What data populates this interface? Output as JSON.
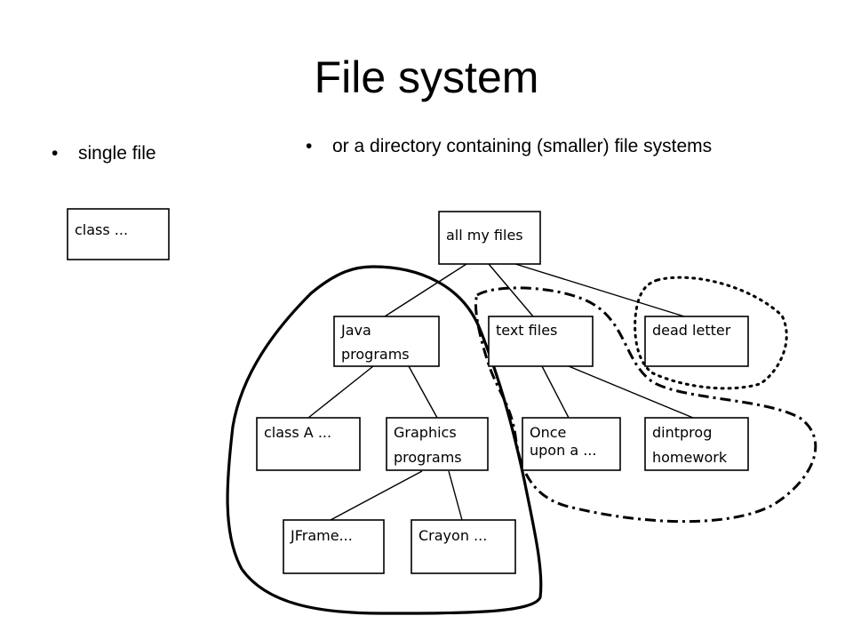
{
  "slide": {
    "title": "File system",
    "bullets": [
      {
        "symbol": "•",
        "text": "single file"
      },
      {
        "symbol": "•",
        "text": "or a directory containing (smaller) file systems"
      }
    ]
  },
  "single_file_box": {
    "line1": "class ..."
  },
  "tree": {
    "root": {
      "line1": "all my files"
    },
    "java": {
      "line1": "Java",
      "line2": "programs"
    },
    "text_files": {
      "line1": "text files"
    },
    "dead_letter": {
      "line1": "dead letter"
    },
    "class_a": {
      "line1": "class A ..."
    },
    "graphics": {
      "line1": "Graphics",
      "line2": "programs"
    },
    "once": {
      "line1": "Once",
      "line2": "upon a ..."
    },
    "dintprog": {
      "line1": "dintprog",
      "line2": "homework"
    },
    "jframe": {
      "line1": "JFrame..."
    },
    "crayon": {
      "line1": "Crayon ..."
    }
  }
}
